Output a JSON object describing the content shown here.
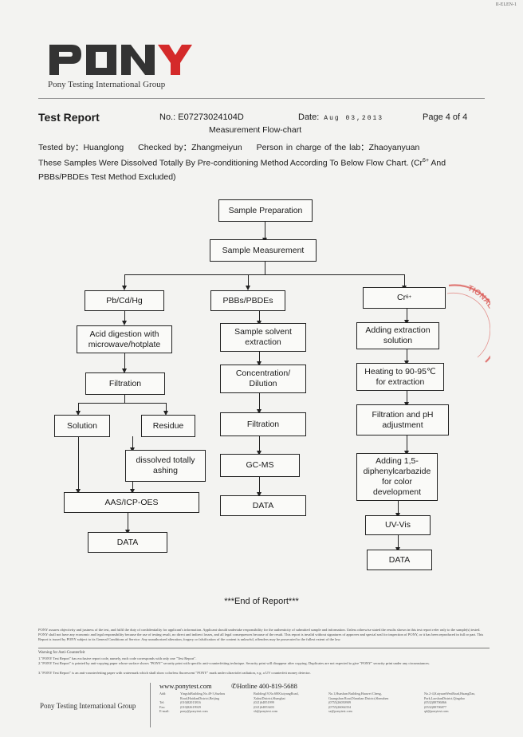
{
  "doc_code": "II-ELEN-1",
  "brand": {
    "logo_text": "PONY",
    "group_name": "Pony Testing International Group",
    "red": "#d42a2a",
    "dark": "#333333"
  },
  "header": {
    "title": "Test Report",
    "report_no_label": "No.:",
    "report_no": "E07273024104D",
    "date_label": "Date:",
    "date_value": "Aug 03,2013",
    "page": "Page 4 of 4",
    "flow_title": "Measurement Flow-chart"
  },
  "people": {
    "tested_by": "Tested by：Huanglong",
    "checked_by": "Checked by：Zhangmeiyun",
    "lab_person": "Person in charge of the lab：Zhaoyanyuan"
  },
  "description": {
    "before_sup": "These Samples Were Dissolved Totally By Pre-conditioning Method According To Below Flow Chart. (Cr",
    "sup": "6+",
    "after_sup": " And PBBs/PBDEs Test Method Excluded)"
  },
  "flow": {
    "prep": "Sample Preparation",
    "measure": "Sample Measurement",
    "pb": "Pb/Cd/Hg",
    "pbb": "PBBs/PBDEs",
    "cr_base": "Cr",
    "cr_sup": "6+",
    "acid": "Acid digestion with microwave/hotplate",
    "filtration1": "Filtration",
    "solution": "Solution",
    "residue": "Residue",
    "dissolved": "dissolved totally ashing",
    "aas": "AAS/ICP-OES",
    "data1": "DATA",
    "solvent": "Sample solvent extraction",
    "concentration": "Concentration/ Dilution",
    "filtration2": "Filtration",
    "gcms": "GC-MS",
    "data2": "DATA",
    "adding_ext": "Adding extraction solution",
    "heating": "Heating to 90-95℃ for extraction",
    "filt_ph": "Filtration and pH adjustment",
    "adding_dpc": "Adding 1,5-diphenylcarbazide for color development",
    "uvvis": "UV-Vis",
    "data3": "DATA"
  },
  "end_text": "***End of Report***",
  "footer": {
    "disclaimer": "PONY assures objectivity and justness of the test, and fulfil the duty of confidentiality for applicant's information. Applicant should undertake responsibility for the authenticity of submitted sample and information. Unless otherwise stated the results shown in this test report refer only to the sample(s) tested. PONY shall not have any economic and legal responsibility because the use of testing result, no direct and indirect losses, and all legal consequences because of the result. This report is invalid without signatures of approver and special seal for inspection of PONY, or it has been reproduced in full or part. This Report is issued by PONY subject to its General Conditions of Service. Any unauthorized alteration, forgery or falsification of the content is unlawful, offenders may be prosecuted to the fullest extent of the law.",
    "anti_title": "Warning for Anti-Counterfeit",
    "anti_notes": [
      "1.\"PONY Test Report\" has exclusive report code, namely, each code corresponds with only one \"Test Report\".",
      "2.\"PONY Test Report\" is printed by anti-copying paper whose surface shows \"PONY\" security print with specific anti-counterfeiting technique. Security print will disappear after copying. Duplicates are not expected to give \"PONY\" security print under any circumstances.",
      "3.\"PONY Test Report\" is an anti-counterfeiting paper with watermark which shall show colorless fluorescent \"PONY\" mark under ultraviolet radiation, e.g. a UV counterfeit money detector."
    ],
    "website": "www.ponytest.com",
    "hotline": "✆Hotline 400-819-5688",
    "group": "Pony Testing International Group",
    "labels": [
      "Add:",
      "Tel:",
      "Fax:",
      "E-mail:"
    ],
    "cols": [
      [
        "YingshiBuilding,No.49-3,Suzhou",
        "Road,HaidianDistrict,Beijing",
        "(010)82013816",
        "(010)82619929",
        "pony@ponytest.com"
      ],
      [
        "Building19,No.680GuiyangRoad,",
        "XuhuiDistrict,Shanghai",
        "(021)64851999",
        "(021)64853403",
        "sh@ponytest.com"
      ],
      [
        "No.1,Huashan Building,Huawei Cheng,",
        "Guangshan Road,Nanshan District,Shenzhen",
        "(0755)26050909",
        "(0755)26064354",
        "sz@ponytest.com"
      ],
      [
        "No.2-4,KaiyuanWestRoad,HuangDao,",
        "Park,LaoshanDistrict,Qingdao",
        "(0532)88706866",
        "(0532)88706877",
        "qd@ponytest.com"
      ]
    ],
    "stamp_text": "TIONAL"
  }
}
